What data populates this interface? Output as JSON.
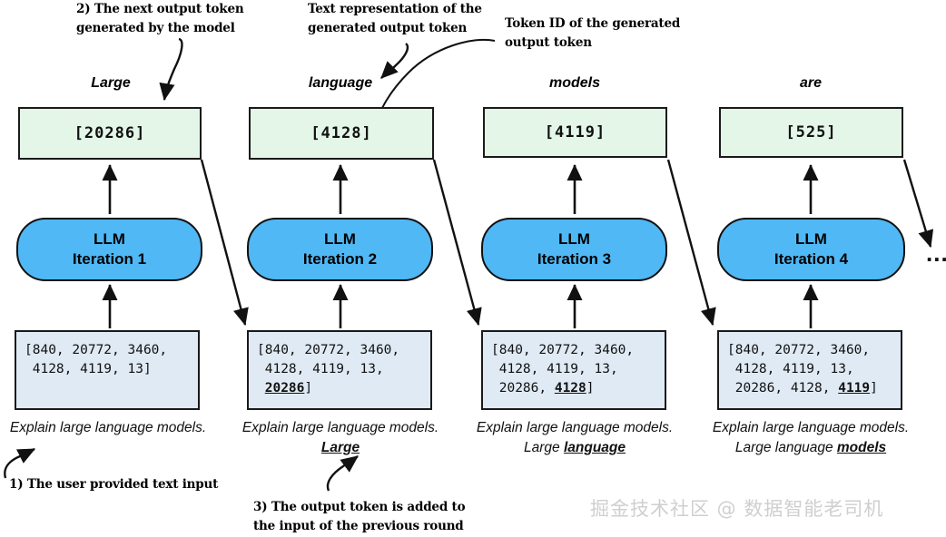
{
  "diagram": {
    "title": "LLM autoregressive decoding loop",
    "colors": {
      "output_box_fill": "#e3f6e8",
      "llm_box_fill": "#4fb8f5",
      "input_box_fill": "#dfeaf4",
      "stroke": "#111111",
      "watermark": "#cfcfcf"
    }
  },
  "annotations": {
    "next_output_token": "2) The next output token\ngenerated by the model",
    "text_representation": "Text representation of the\ngenerated output token",
    "token_id": "Token ID of the generated\noutput token",
    "user_input": "1) The user provided text input",
    "token_added": "3) The output token is added to\nthe input of the previous round"
  },
  "columns": [
    {
      "token_word": "Large",
      "output_token_id": "[20286]",
      "llm_line1": "LLM",
      "llm_line2": "Iteration 1",
      "input_sequence": "[840, 20772, 3460,\n 4128, 4119, 13]",
      "input_sequence_tokens": [
        840,
        20772,
        3460,
        4128,
        4119,
        13
      ],
      "input_new_token": "",
      "caption_plain": "Explain large language\nmodels.",
      "caption_new_word": ""
    },
    {
      "token_word": "language",
      "output_token_id": "[4128]",
      "llm_line1": "LLM",
      "llm_line2": "Iteration 2",
      "input_sequence": "[840, 20772, 3460,\n 4128, 4119, 13,\n ",
      "input_sequence_tokens": [
        840,
        20772,
        3460,
        4128,
        4119,
        13,
        20286
      ],
      "input_new_token": "20286",
      "input_tail": "]",
      "caption_plain": "Explain large language\nmodels. ",
      "caption_new_word": "Large"
    },
    {
      "token_word": "models",
      "output_token_id": "[4119]",
      "llm_line1": "LLM",
      "llm_line2": "Iteration 3",
      "input_sequence": "[840, 20772, 3460,\n 4128, 4119, 13,\n 20286, ",
      "input_sequence_tokens": [
        840,
        20772,
        3460,
        4128,
        4119,
        13,
        20286,
        4128
      ],
      "input_new_token": "4128",
      "input_tail": "]",
      "caption_plain": "Explain large language\nmodels. Large ",
      "caption_new_word": "language"
    },
    {
      "token_word": "are",
      "output_token_id": "[525]",
      "llm_line1": "LLM",
      "llm_line2": "Iteration 4",
      "input_sequence": "[840, 20772, 3460,\n 4128, 4119, 13,\n 20286, 4128, ",
      "input_sequence_tokens": [
        840,
        20772,
        3460,
        4128,
        4119,
        13,
        20286,
        4128,
        4119
      ],
      "input_new_token": "4119",
      "input_tail": "]",
      "caption_plain": "Explain large language\nmodels. Large language\n",
      "caption_new_word": "models"
    }
  ],
  "continuation": "...",
  "watermark": "掘金技术社区 @ 数据智能老司机"
}
